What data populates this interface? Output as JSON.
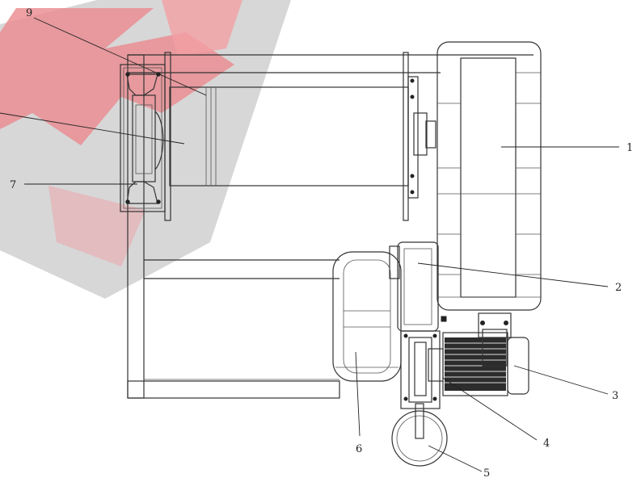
{
  "watermark": {
    "color": "#d9323a",
    "shadow": "#6e6e6e",
    "icon": "shield-logo-watermark"
  },
  "callouts": [
    {
      "id": "1",
      "label": "1"
    },
    {
      "id": "2",
      "label": "2"
    },
    {
      "id": "3",
      "label": "3"
    },
    {
      "id": "4",
      "label": "4"
    },
    {
      "id": "5",
      "label": "5"
    },
    {
      "id": "6",
      "label": "6"
    },
    {
      "id": "7",
      "label": "7"
    },
    {
      "id": "9",
      "label": "9"
    }
  ]
}
